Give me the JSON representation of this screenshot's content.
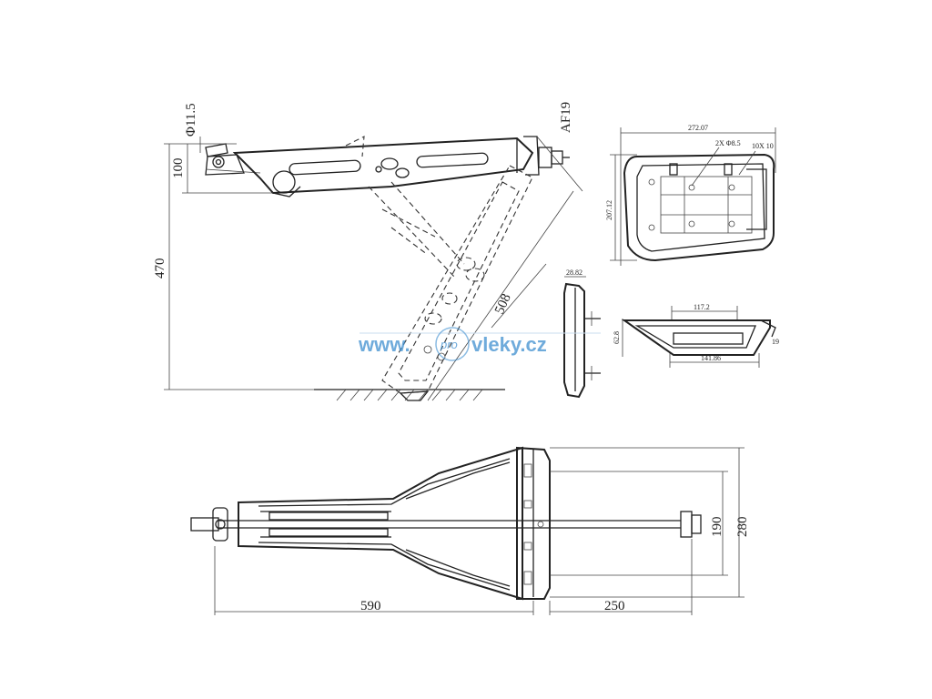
{
  "side_view": {
    "dims": {
      "bolt_diameter": "Φ11.5",
      "head_height": "100",
      "total_height": "470",
      "leg_length": "508",
      "nut_size": "AF19"
    }
  },
  "foot_top_view": {
    "dims": {
      "width": "272.07",
      "depth": "207.12",
      "holes": "2X Φ8.5",
      "slots": "10X 10"
    }
  },
  "foot_side_view": {
    "dims": {
      "thickness": "28.82"
    }
  },
  "foot_section_view": {
    "dims": {
      "inner_top": "117.2",
      "inner_bottom": "141.86",
      "height": "62.8",
      "edge": "19"
    }
  },
  "plan_view": {
    "dims": {
      "length": "590",
      "spindle_length": "250",
      "inner_width": "190",
      "outer_width": "280"
    }
  },
  "watermark": {
    "prefix": "www.",
    "middle": "pro",
    "suffix": "vleky.cz"
  }
}
